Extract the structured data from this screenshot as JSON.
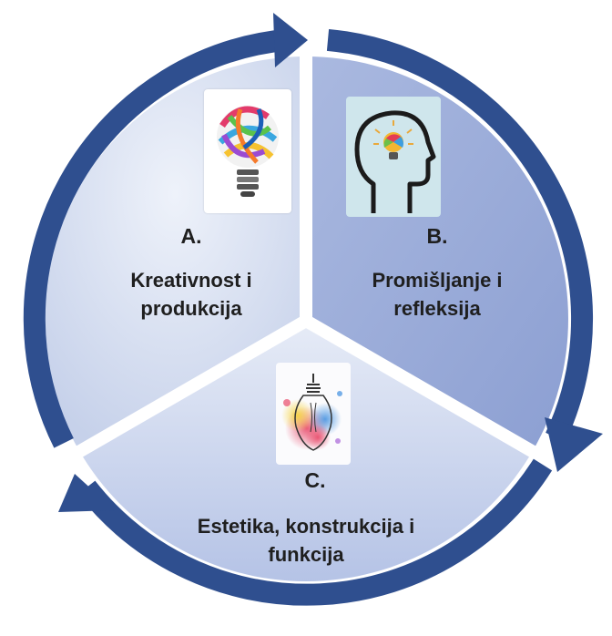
{
  "segments": [
    {
      "letter": "A.",
      "title_line1": "Kreativnost i",
      "title_line2": "produkcija"
    },
    {
      "letter": "B.",
      "title_line1": "Promišljanje i",
      "title_line2": "refleksija"
    },
    {
      "letter": "C.",
      "title_line1": "Estetika, konstrukcija i",
      "title_line2": "funkcija"
    }
  ],
  "icons": [
    "colorful-lightbulb-icon",
    "head-with-lightbulb-icon",
    "watercolor-lightbulb-icon"
  ],
  "colors": {
    "arrow": "#2f4f8f",
    "segment_light": "#dfe6f4",
    "segment_mid": "#b9c6e4",
    "segment_dark": "#9aaad8",
    "text": "#1f1f1f"
  }
}
